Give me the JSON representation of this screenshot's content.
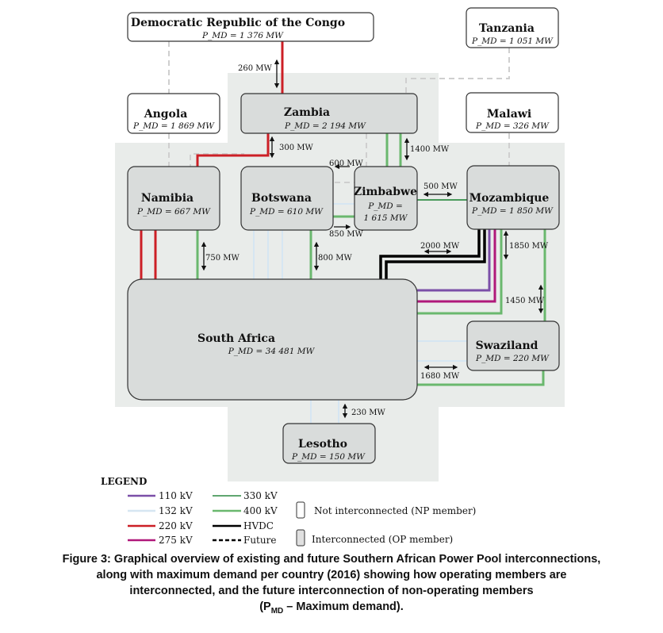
{
  "colors": {
    "kv110": "#7b4fa8",
    "kv132": "#d6e6f2",
    "kv220": "#cc1f26",
    "kv275": "#b0187a",
    "kv330": "#4a9a5c",
    "kv400": "#6ab86e",
    "hvdc": "#000000",
    "future": "#cfcfcf",
    "region_bg": "#e9ecea",
    "op_fill": "#d9dcdb",
    "np_fill": "#ffffff"
  },
  "nodes": {
    "drc": {
      "name": "Democratic Republic of the Congo",
      "pmd": "P_MD = 1 376 MW",
      "member": "NP"
    },
    "tanzania": {
      "name": "Tanzania",
      "pmd": "P_MD = 1 051 MW",
      "member": "NP"
    },
    "angola": {
      "name": "Angola",
      "pmd": "P_MD = 1 869 MW",
      "member": "NP"
    },
    "zambia": {
      "name": "Zambia",
      "pmd": "P_MD = 2 194 MW",
      "member": "OP"
    },
    "malawi": {
      "name": "Malawi",
      "pmd": "P_MD = 326 MW",
      "member": "NP"
    },
    "namibia": {
      "name": "Namibia",
      "pmd": "P_MD = 667 MW",
      "member": "OP"
    },
    "botswana": {
      "name": "Botswana",
      "pmd": "P_MD = 610 MW",
      "member": "OP"
    },
    "zimbabwe": {
      "name": "Zimbabwe",
      "pmd_line1": "P_MD =",
      "pmd_line2": "1 615 MW",
      "member": "OP"
    },
    "mozambique": {
      "name": "Mozambique",
      "pmd": "P_MD = 1 850 MW",
      "member": "OP"
    },
    "south_africa": {
      "name": "South Africa",
      "pmd": "P_MD = 34 481 MW",
      "member": "OP"
    },
    "swaziland": {
      "name": "Swaziland",
      "pmd": "P_MD = 220 MW",
      "member": "OP"
    },
    "lesotho": {
      "name": "Lesotho",
      "pmd": "P_MD = 150 MW",
      "member": "OP"
    }
  },
  "capacities": {
    "drc_zambia": "260 MW",
    "zambia_namibia": "300 MW",
    "zambia_zimbabwe": "1400 MW",
    "zimbabwe_botswana": "600 MW",
    "botswana_zimbabwe": "850 MW",
    "zimbabwe_mozambique": "500 MW",
    "namibia_sa": "750 MW",
    "botswana_sa": "800 MW",
    "mozambique_sa_hvdc": "2000 MW",
    "mozambique_sa": "1850 MW",
    "mozambique_swaziland": "1450 MW",
    "swaziland_sa": "1680 MW",
    "lesotho_sa": "230 MW"
  },
  "legend": {
    "title": "LEGEND",
    "lines": [
      {
        "label": "110 kV",
        "color_key": "kv110",
        "style": "solid"
      },
      {
        "label": "132 kV",
        "color_key": "kv132",
        "style": "solid"
      },
      {
        "label": "220 kV",
        "color_key": "kv220",
        "style": "solid"
      },
      {
        "label": "275 kV",
        "color_key": "kv275",
        "style": "solid"
      },
      {
        "label": "330 kV",
        "color_key": "kv330",
        "style": "solid"
      },
      {
        "label": "400 kV",
        "color_key": "kv400",
        "style": "solid"
      },
      {
        "label": "HVDC",
        "color_key": "hvdc",
        "style": "solid"
      },
      {
        "label": "Future",
        "color_key": "hvdc",
        "style": "dashed"
      }
    ],
    "np_label": "Not interconnected (NP member)",
    "op_label": "Interconnected (OP member)"
  },
  "caption": {
    "line1": "Figure 3: Graphical overview of existing and future Southern African Power Pool interconnections,",
    "line2": "along with maximum demand per country (2016) showing how operating members are",
    "line3": "interconnected, and the future interconnection of non-operating members",
    "line4_pre": "(P",
    "line4_sub": "MD",
    "line4_post": " – Maximum demand)."
  }
}
